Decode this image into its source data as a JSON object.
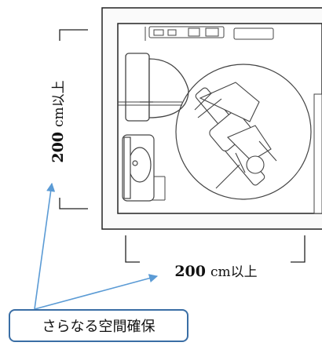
{
  "dimension_vertical": {
    "value": "200",
    "unit": "cm以上"
  },
  "dimension_horizontal": {
    "value": "200",
    "unit": "cm以上"
  },
  "callout": {
    "text": "さらなる空間確保"
  },
  "colors": {
    "arrow": "#5b9bd5",
    "callout_border": "#3a6ea5",
    "wall": "#222222"
  }
}
